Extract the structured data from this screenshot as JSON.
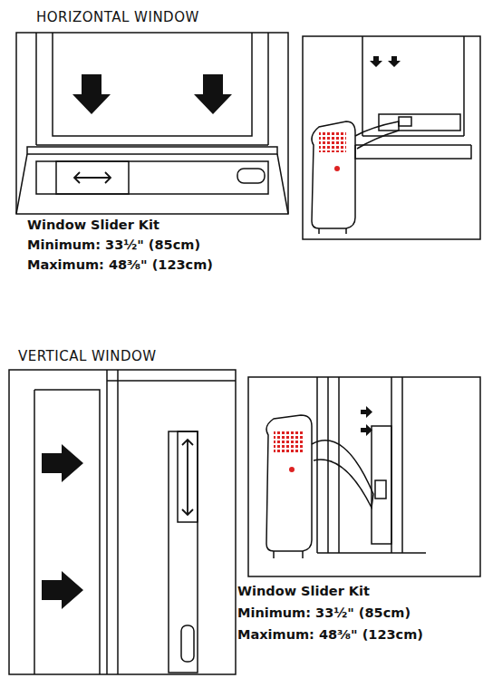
{
  "diagram": {
    "labels": [
      "HORIZONTAL WINDOW",
      "Window Slider Kit",
      "Minimum: 33½\" (85cm)",
      "Maximum: 48⅜\" (123cm)",
      "VERTICAL WINDOW",
      "Window Slider Kit",
      "Minimum: 33½\" (85cm)",
      "Maximum: 48⅜\" (123cm)"
    ]
  }
}
